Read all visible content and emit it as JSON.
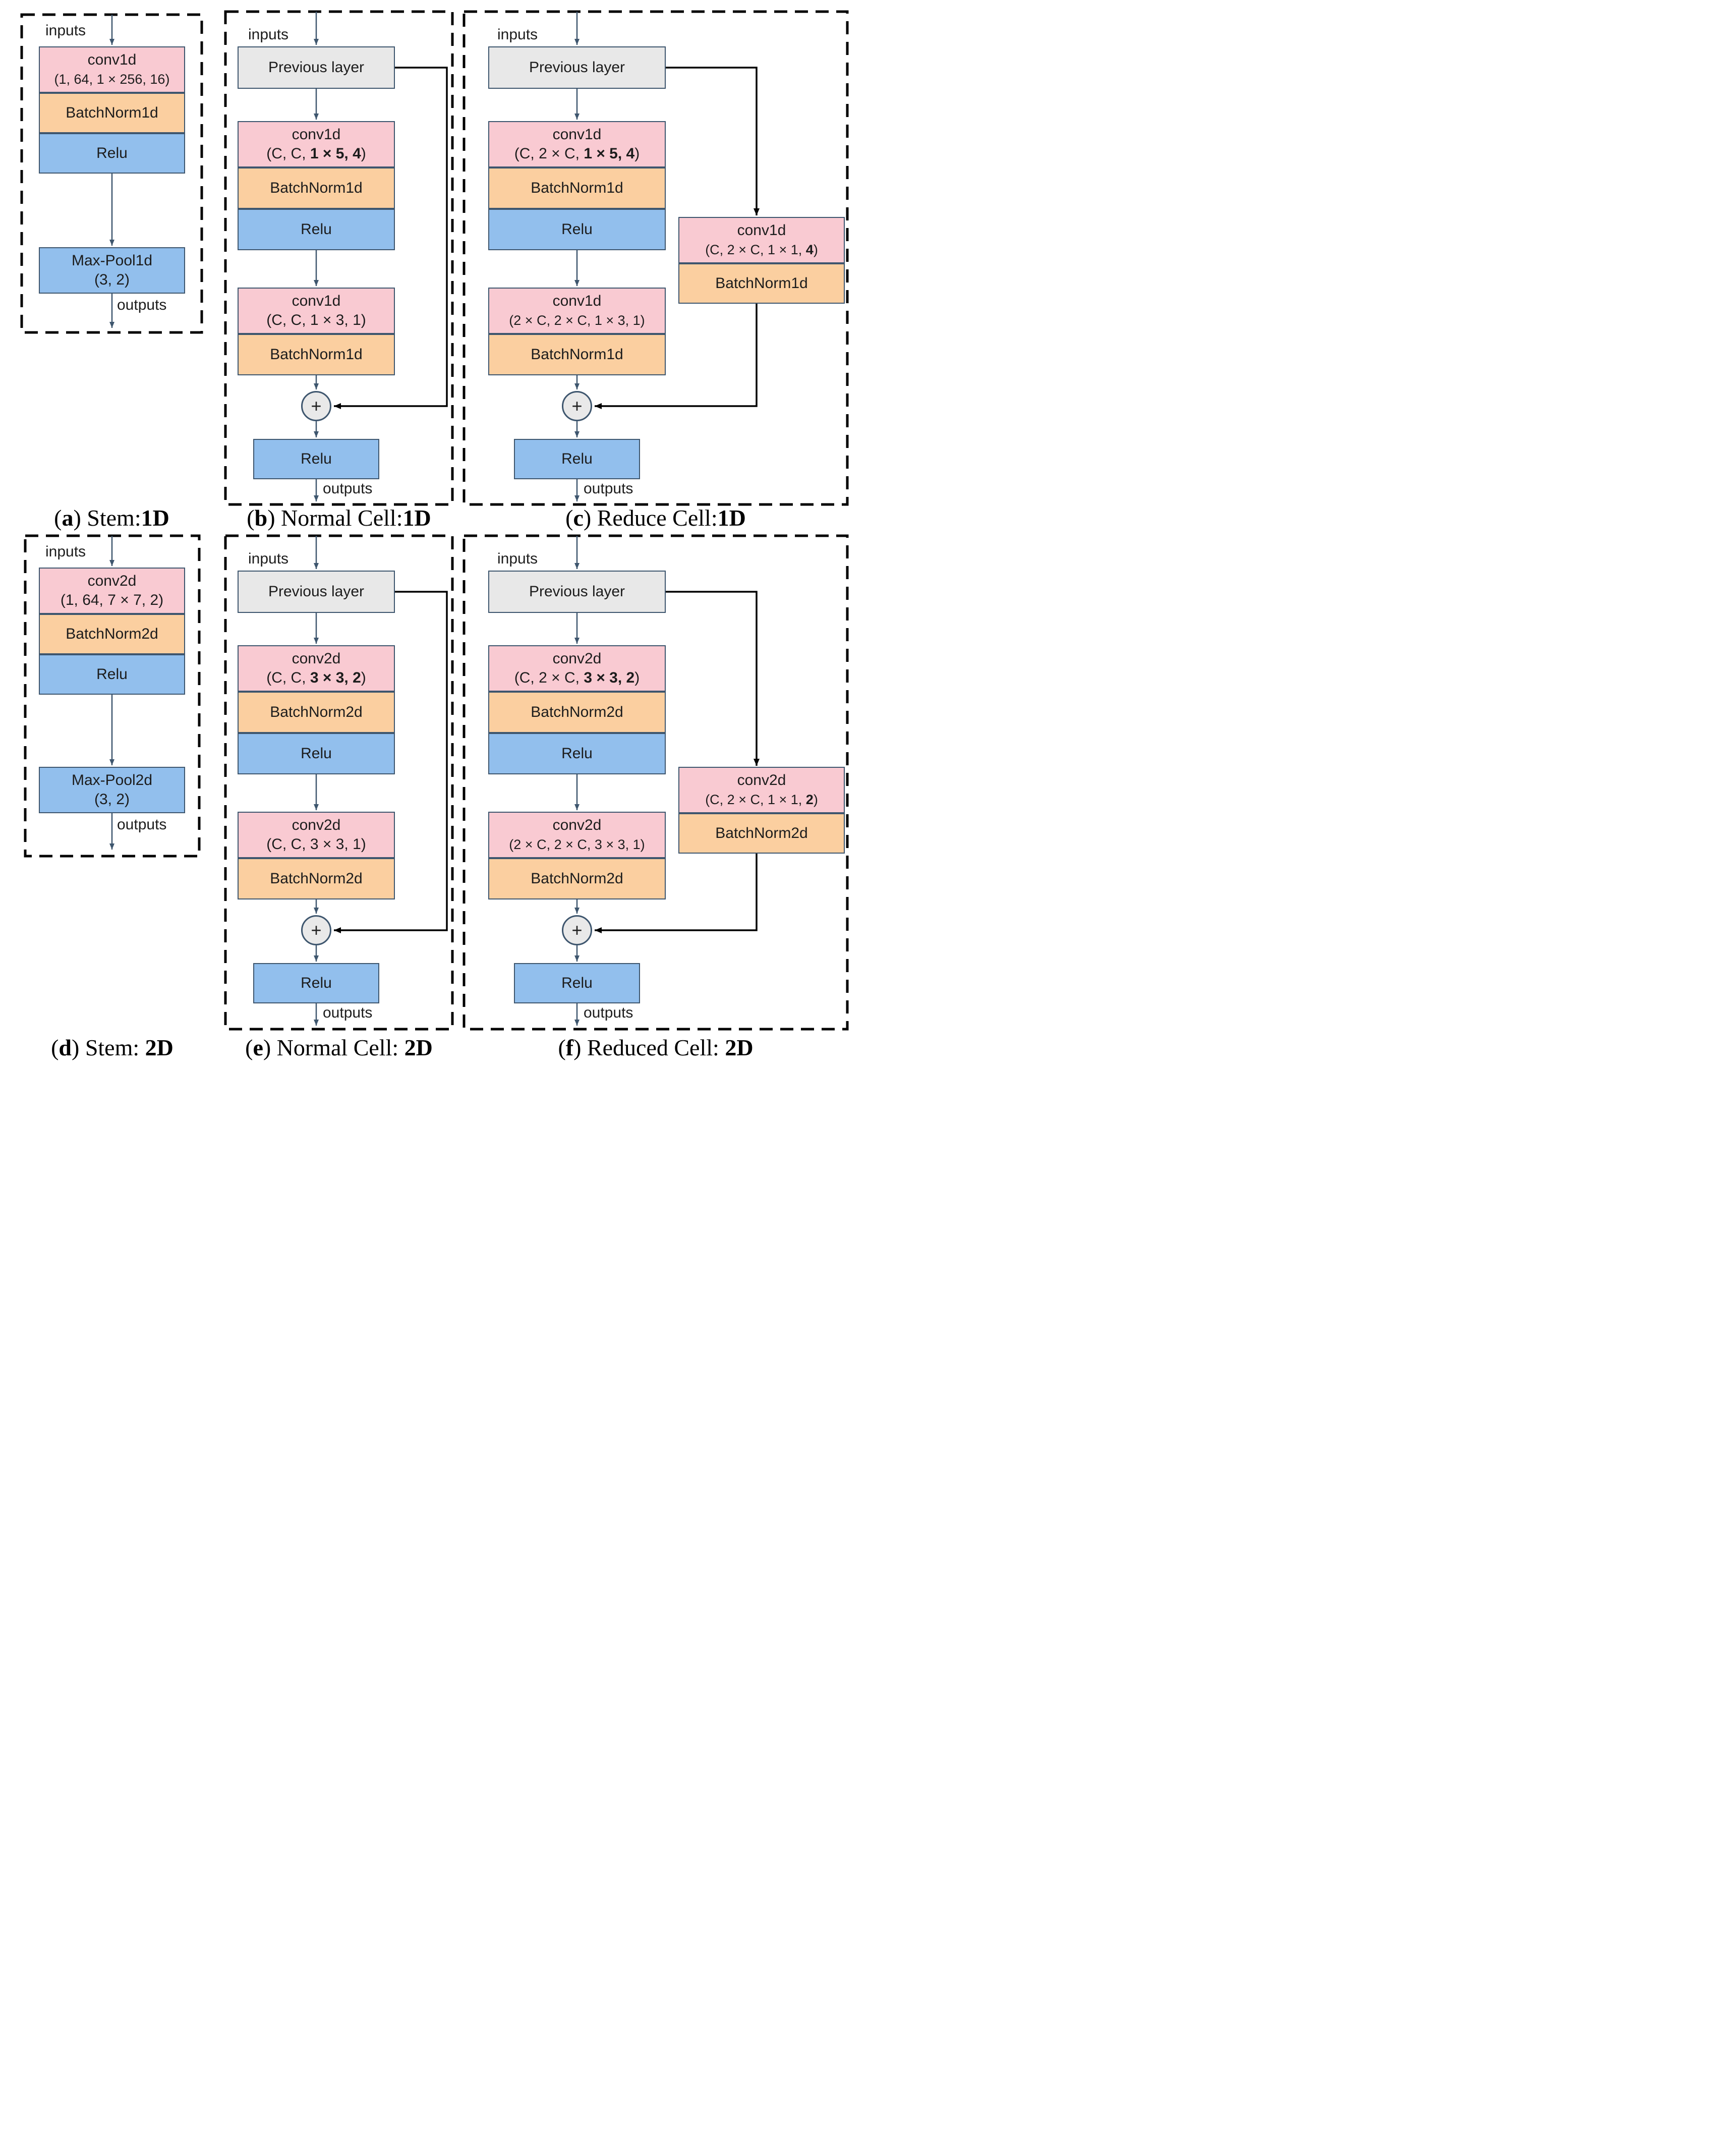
{
  "colors": {
    "conv_pink": "#f9cad2",
    "batchnorm_orange": "#fbcfa0",
    "relu_blue": "#92bfed",
    "previous_layer_grey": "#e8e8e8",
    "box_border": "#3e566e",
    "flow_arrow": "#3e566e",
    "skip_line": "#000000",
    "dashed_border": "#000000"
  },
  "labels": {
    "inputs": "inputs",
    "outputs": "outputs",
    "previous_layer": "Previous layer",
    "plus": "+"
  },
  "panels": {
    "a": {
      "caption": {
        "pre": "(",
        "letter": "a",
        "post": ") Stem:",
        "dim": "1D"
      },
      "conv": {
        "l1": "conv1d",
        "l2": "(1, 64, 1 × 256, 16)"
      },
      "bn": "BatchNorm1d",
      "relu": "Relu",
      "pool": {
        "l1": "Max-Pool1d",
        "l2": "(3, 2)"
      }
    },
    "b": {
      "caption": {
        "pre": "(",
        "letter": "b",
        "post": ") Normal Cell:",
        "dim": "1D"
      },
      "conv1": {
        "l1": "conv1d",
        "pre": "(C, C, ",
        "bold": "1 × 5, 4",
        "post": ")"
      },
      "bn1": "BatchNorm1d",
      "relu1": "Relu",
      "conv2": {
        "l1": "conv1d",
        "l2": "(C, C, 1 × 3, 1)"
      },
      "bn2": "BatchNorm1d",
      "relu2": "Relu"
    },
    "c": {
      "caption": {
        "pre": "(",
        "letter": "c",
        "post": ") Reduce Cell:",
        "dim": "1D"
      },
      "conv1": {
        "l1": "conv1d",
        "pre": "(C, 2 × C, ",
        "bold": "1 × 5, 4",
        "post": ")"
      },
      "bn1": "BatchNorm1d",
      "relu1": "Relu",
      "side_conv": {
        "l1": "conv1d",
        "pre": "(C, 2 × C, 1 × 1, ",
        "bold": "4",
        "post": ")"
      },
      "side_bn": "BatchNorm1d",
      "conv2": {
        "l1": "conv1d",
        "l2": "(2 × C, 2 × C, 1 × 3, 1)"
      },
      "bn2": "BatchNorm1d",
      "relu2": "Relu"
    },
    "d": {
      "caption": {
        "pre": "(",
        "letter": "d",
        "post": ") Stem: ",
        "dim": "2D"
      },
      "conv": {
        "l1": "conv2d",
        "l2": "(1, 64, 7 × 7, 2)"
      },
      "bn": "BatchNorm2d",
      "relu": "Relu",
      "pool": {
        "l1": "Max-Pool2d",
        "l2": "(3, 2)"
      }
    },
    "e": {
      "caption": {
        "pre": "(",
        "letter": "e",
        "post": ") Normal Cell: ",
        "dim": "2D"
      },
      "conv1": {
        "l1": "conv2d",
        "pre": "(C, C, ",
        "bold": "3 × 3, 2",
        "post": ")"
      },
      "bn1": "BatchNorm2d",
      "relu1": "Relu",
      "conv2": {
        "l1": "conv2d",
        "l2": "(C, C, 3 × 3, 1)"
      },
      "bn2": "BatchNorm2d",
      "relu2": "Relu"
    },
    "f": {
      "caption": {
        "pre": "(",
        "letter": "f",
        "post": ") Reduced Cell: ",
        "dim": "2D"
      },
      "conv1": {
        "l1": "conv2d",
        "pre": "(C, 2 × C, ",
        "bold": "3 × 3, 2",
        "post": ")"
      },
      "bn1": "BatchNorm2d",
      "relu1": "Relu",
      "side_conv": {
        "l1": "conv2d",
        "pre": "(C, 2 × C, 1 × 1, ",
        "bold": "2",
        "post": ")"
      },
      "side_bn": "BatchNorm2d",
      "conv2": {
        "l1": "conv2d",
        "l2": "(2 × C, 2 × C, 3 × 3, 1)"
      },
      "bn2": "BatchNorm2d",
      "relu2": "Relu"
    }
  }
}
